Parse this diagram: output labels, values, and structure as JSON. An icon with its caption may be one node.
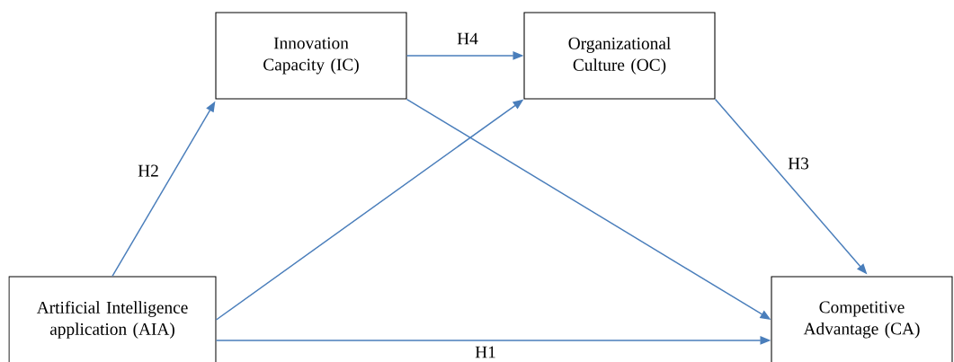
{
  "diagram": {
    "nodes": [
      {
        "text": [
          "Innovation Capacity (IC)"
        ]
      },
      {
        "text": [
          "Organizational Culture (OC)"
        ]
      },
      {
        "text": [
          "Artificial Intelligence application (AIA)"
        ]
      },
      {
        "text": [
          "Competitive Advantage (CA)"
        ]
      }
    ],
    "edges": [
      {
        "from": 0,
        "to": 1,
        "arrow": "to",
        "label": "H4"
      },
      {
        "from": 2,
        "to": 0,
        "arrow": "to",
        "label": "H2"
      },
      {
        "from": 2,
        "to": 1,
        "arrow": "to"
      },
      {
        "from": 0,
        "to": 3,
        "arrow": "to"
      },
      {
        "from": 1,
        "to": 3,
        "arrow": "to",
        "label": "H3"
      },
      {
        "from": 2,
        "to": 3,
        "arrow": "to",
        "label": "H1"
      }
    ]
  }
}
